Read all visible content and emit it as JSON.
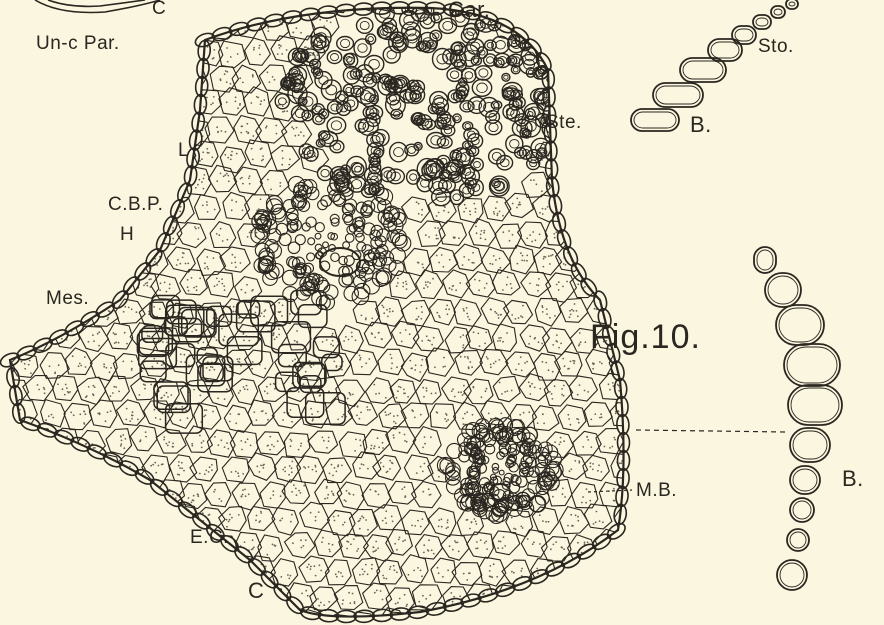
{
  "figure": {
    "title": "Fig.10.",
    "labels": {
      "un_c_par": "Un-c Par.",
      "c_top": "C",
      "car": "Car.",
      "sto": "Sto.",
      "b_top": "B.",
      "ste": "Ste.",
      "l": "L",
      "cbp": "C.B.P.",
      "h": "H",
      "mes": "Mes.",
      "mb": "M.B.",
      "b_right": "B.",
      "ec": "E.C.",
      "c_bottom": "C"
    }
  },
  "colors": {
    "paper": "#fbf6df",
    "ink": "#2a2620"
  }
}
